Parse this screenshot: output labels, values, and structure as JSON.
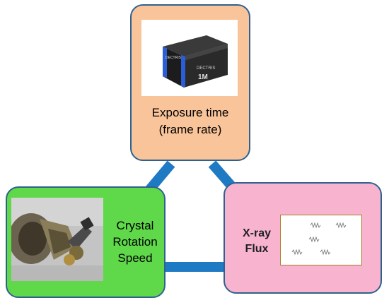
{
  "nodes": {
    "top": {
      "label_line1": "Exposure time",
      "label_line2": "(frame rate)",
      "photo_icon": "detector-camera-icon"
    },
    "left": {
      "label_line1": "Crystal",
      "label_line2": "Rotation",
      "label_line3": "Speed",
      "photo_icon": "goniometer-icon"
    },
    "right": {
      "label_line1": "X-ray",
      "label_line2": "Flux",
      "photo_icon": "xray-wave-icon"
    }
  },
  "colors": {
    "connector": "#1f7ac4",
    "box_border": "#2f6190",
    "top_fill": "#f9c499",
    "left_fill": "#5fd84a",
    "right_fill": "#f8b4cf"
  }
}
